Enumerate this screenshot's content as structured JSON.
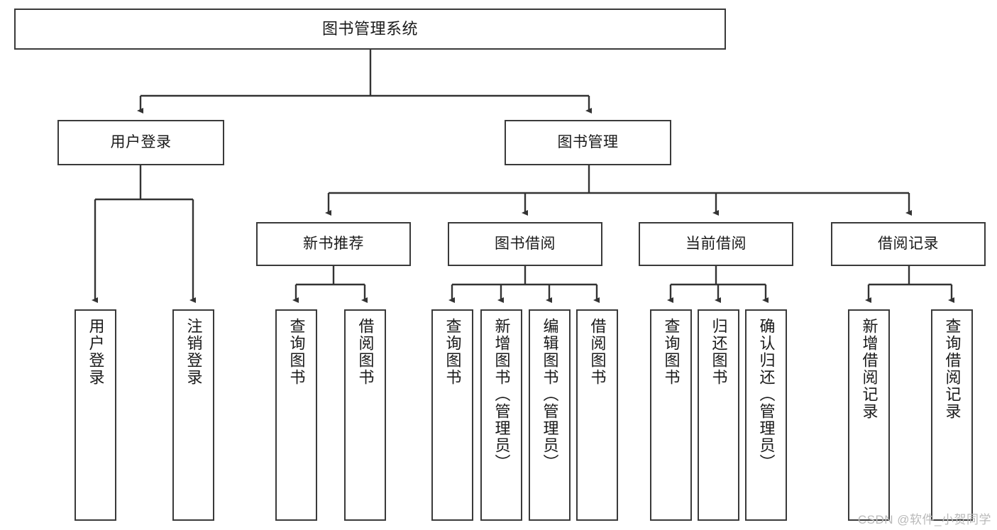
{
  "diagram": {
    "title": "图书管理系统",
    "type": "tree-hierarchy",
    "watermark": "CSDN @软件_小贺同学",
    "colors": {
      "background": "#ffffff",
      "box_border": "#3a3a3a",
      "box_fill": "#ffffff",
      "edge": "#333333",
      "text": "#1a1a1a",
      "watermark": "#b9b9b9"
    },
    "nodes": {
      "root": {
        "label": "图书管理系统"
      },
      "level2": [
        {
          "id": "user_login",
          "label": "用户登录"
        },
        {
          "id": "book_manage",
          "label": "图书管理"
        }
      ],
      "level3": [
        {
          "id": "new_book_rec",
          "label": "新书推荐"
        },
        {
          "id": "book_borrow",
          "label": "图书借阅"
        },
        {
          "id": "current_borrow",
          "label": "当前借阅"
        },
        {
          "id": "borrow_record",
          "label": "借阅记录"
        }
      ],
      "leaves": {
        "user_login": [
          {
            "id": "leaf_user_login",
            "label": "用户登录"
          },
          {
            "id": "leaf_logout",
            "label": "注销登录"
          }
        ],
        "new_book_rec": [
          {
            "id": "leaf_query_book_1",
            "label": "查询图书"
          },
          {
            "id": "leaf_borrow_book_1",
            "label": "借阅图书"
          }
        ],
        "book_borrow": [
          {
            "id": "leaf_query_book_2",
            "label": "查询图书"
          },
          {
            "id": "leaf_add_book",
            "label": "新增图书（管理员）"
          },
          {
            "id": "leaf_edit_book",
            "label": "编辑图书（管理员）"
          },
          {
            "id": "leaf_borrow_book_2",
            "label": "借阅图书"
          }
        ],
        "current_borrow": [
          {
            "id": "leaf_query_book_3",
            "label": "查询图书"
          },
          {
            "id": "leaf_return_book",
            "label": "归还图书"
          },
          {
            "id": "leaf_confirm_return",
            "label": "确认归还（管理员）"
          }
        ],
        "borrow_record": [
          {
            "id": "leaf_add_record",
            "label": "新增借阅记录"
          },
          {
            "id": "leaf_query_record",
            "label": "查询借阅记录"
          }
        ]
      }
    }
  }
}
